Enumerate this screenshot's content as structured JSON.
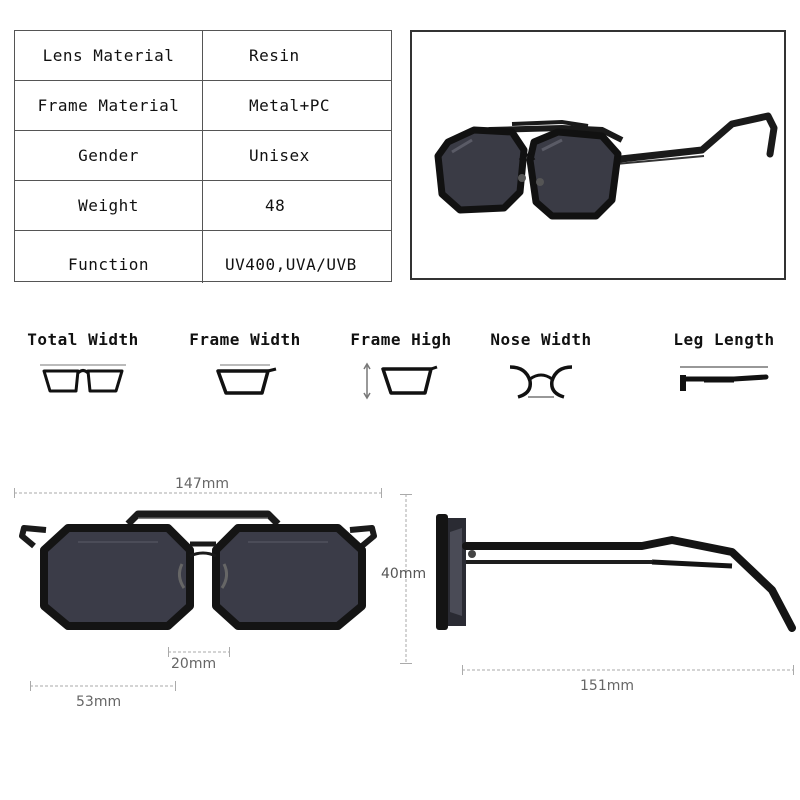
{
  "specs": [
    {
      "label": "Lens Material",
      "value": "Resin"
    },
    {
      "label": "Frame Material",
      "value": "Metal+PC"
    },
    {
      "label": "Gender",
      "value": "Unisex"
    },
    {
      "label": "Weight",
      "value": "48"
    },
    {
      "label": "Function",
      "value": "UV400,UVA/UVB"
    }
  ],
  "measurements": [
    {
      "label": "Total Width",
      "icon": "total-width-icon"
    },
    {
      "label": "Frame Width",
      "icon": "frame-width-icon"
    },
    {
      "label": "Frame High",
      "icon": "frame-height-icon"
    },
    {
      "label": "Nose Width",
      "icon": "nose-width-icon"
    },
    {
      "label": "Leg Length",
      "icon": "leg-length-icon"
    }
  ],
  "dimensions": {
    "total_width": "147mm",
    "frame_height": "40mm",
    "nose_width": "20mm",
    "lens_width": "53mm",
    "leg_length": "151mm"
  },
  "colors": {
    "frame": "#1a1a1a",
    "lens": "#3a3b45",
    "dimension_line": "#aaaaaa"
  }
}
